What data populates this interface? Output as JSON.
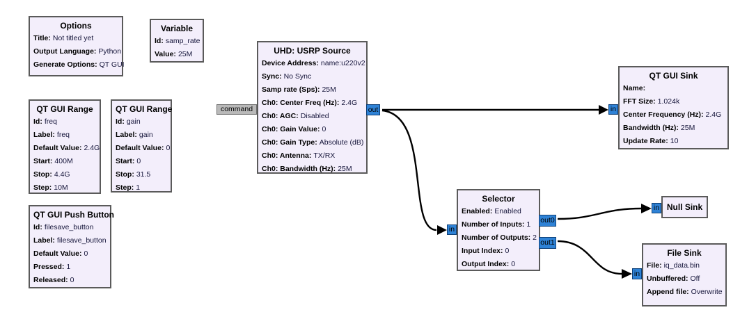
{
  "app": "GNU Radio Companion flowgraph canvas",
  "colors": {
    "canvas_bg": "#ffffff",
    "block_bg": "#f3eefb",
    "block_border": "#5a5a5a",
    "stream_port_fill": "#2e82d6",
    "stream_port_border": "#0d3f77",
    "message_port_fill": "#b9b9b9",
    "message_port_border": "#6f6f6f",
    "wire": "#000000"
  },
  "blocks": {
    "options": {
      "title": "Options",
      "params": [
        {
          "label": "Title:",
          "value": "Not titled yet"
        },
        {
          "label": "Output Language:",
          "value": "Python"
        },
        {
          "label": "Generate Options:",
          "value": "QT GUI"
        }
      ]
    },
    "variable": {
      "title": "Variable",
      "params": [
        {
          "label": "Id:",
          "value": "samp_rate"
        },
        {
          "label": "Value:",
          "value": "25M"
        }
      ]
    },
    "range_freq": {
      "title": "QT GUI Range",
      "params": [
        {
          "label": "Id:",
          "value": "freq"
        },
        {
          "label": "Label:",
          "value": "freq"
        },
        {
          "label": "Default Value:",
          "value": "2.4G"
        },
        {
          "label": "Start:",
          "value": "400M"
        },
        {
          "label": "Stop:",
          "value": "4.4G"
        },
        {
          "label": "Step:",
          "value": "10M"
        }
      ]
    },
    "range_gain": {
      "title": "QT GUI Range",
      "params": [
        {
          "label": "Id:",
          "value": "gain"
        },
        {
          "label": "Label:",
          "value": "gain"
        },
        {
          "label": "Default Value:",
          "value": "0"
        },
        {
          "label": "Start:",
          "value": "0"
        },
        {
          "label": "Stop:",
          "value": "31.5"
        },
        {
          "label": "Step:",
          "value": "1"
        }
      ]
    },
    "push_button": {
      "title": "QT GUI Push Button",
      "params": [
        {
          "label": "Id:",
          "value": "filesave_button"
        },
        {
          "label": "Label:",
          "value": "filesave_button"
        },
        {
          "label": "Default Value:",
          "value": "0"
        },
        {
          "label": "Pressed:",
          "value": "1"
        },
        {
          "label": "Released:",
          "value": "0"
        }
      ]
    },
    "usrp_source": {
      "title": "UHD: USRP Source",
      "params": [
        {
          "label": "Device Address:",
          "value": "name:u220v2"
        },
        {
          "label": "Sync:",
          "value": "No Sync"
        },
        {
          "label": "Samp rate (Sps):",
          "value": "25M"
        },
        {
          "label": "Ch0: Center Freq (Hz):",
          "value": "2.4G"
        },
        {
          "label": "Ch0: AGC:",
          "value": "Disabled"
        },
        {
          "label": "Ch0: Gain Value:",
          "value": "0"
        },
        {
          "label": "Ch0: Gain Type:",
          "value": "Absolute (dB)"
        },
        {
          "label": "Ch0: Antenna:",
          "value": "TX/RX"
        },
        {
          "label": "Ch0: Bandwidth (Hz):",
          "value": "25M"
        }
      ],
      "ports": {
        "command": "command",
        "out": "out"
      }
    },
    "qt_gui_sink": {
      "title": "QT GUI Sink",
      "params": [
        {
          "label": "Name:",
          "value": ""
        },
        {
          "label": "FFT Size:",
          "value": "1.024k"
        },
        {
          "label": "Center Frequency (Hz):",
          "value": "2.4G"
        },
        {
          "label": "Bandwidth (Hz):",
          "value": "25M"
        },
        {
          "label": "Update Rate:",
          "value": "10"
        }
      ],
      "ports": {
        "in": "in"
      }
    },
    "selector": {
      "title": "Selector",
      "params": [
        {
          "label": "Enabled:",
          "value": "Enabled"
        },
        {
          "label": "Number of Inputs:",
          "value": "1"
        },
        {
          "label": "Number of Outputs:",
          "value": "2"
        },
        {
          "label": "Input Index:",
          "value": "0"
        },
        {
          "label": "Output Index:",
          "value": "0"
        }
      ],
      "ports": {
        "in": "in",
        "out0": "out0",
        "out1": "out1"
      }
    },
    "null_sink": {
      "title": "Null Sink",
      "params": [],
      "ports": {
        "in": "in"
      }
    },
    "file_sink": {
      "title": "File Sink",
      "params": [
        {
          "label": "File:",
          "value": "iq_data.bin"
        },
        {
          "label": "Unbuffered:",
          "value": "Off"
        },
        {
          "label": "Append file:",
          "value": "Overwrite"
        }
      ],
      "ports": {
        "in": "in"
      }
    }
  }
}
